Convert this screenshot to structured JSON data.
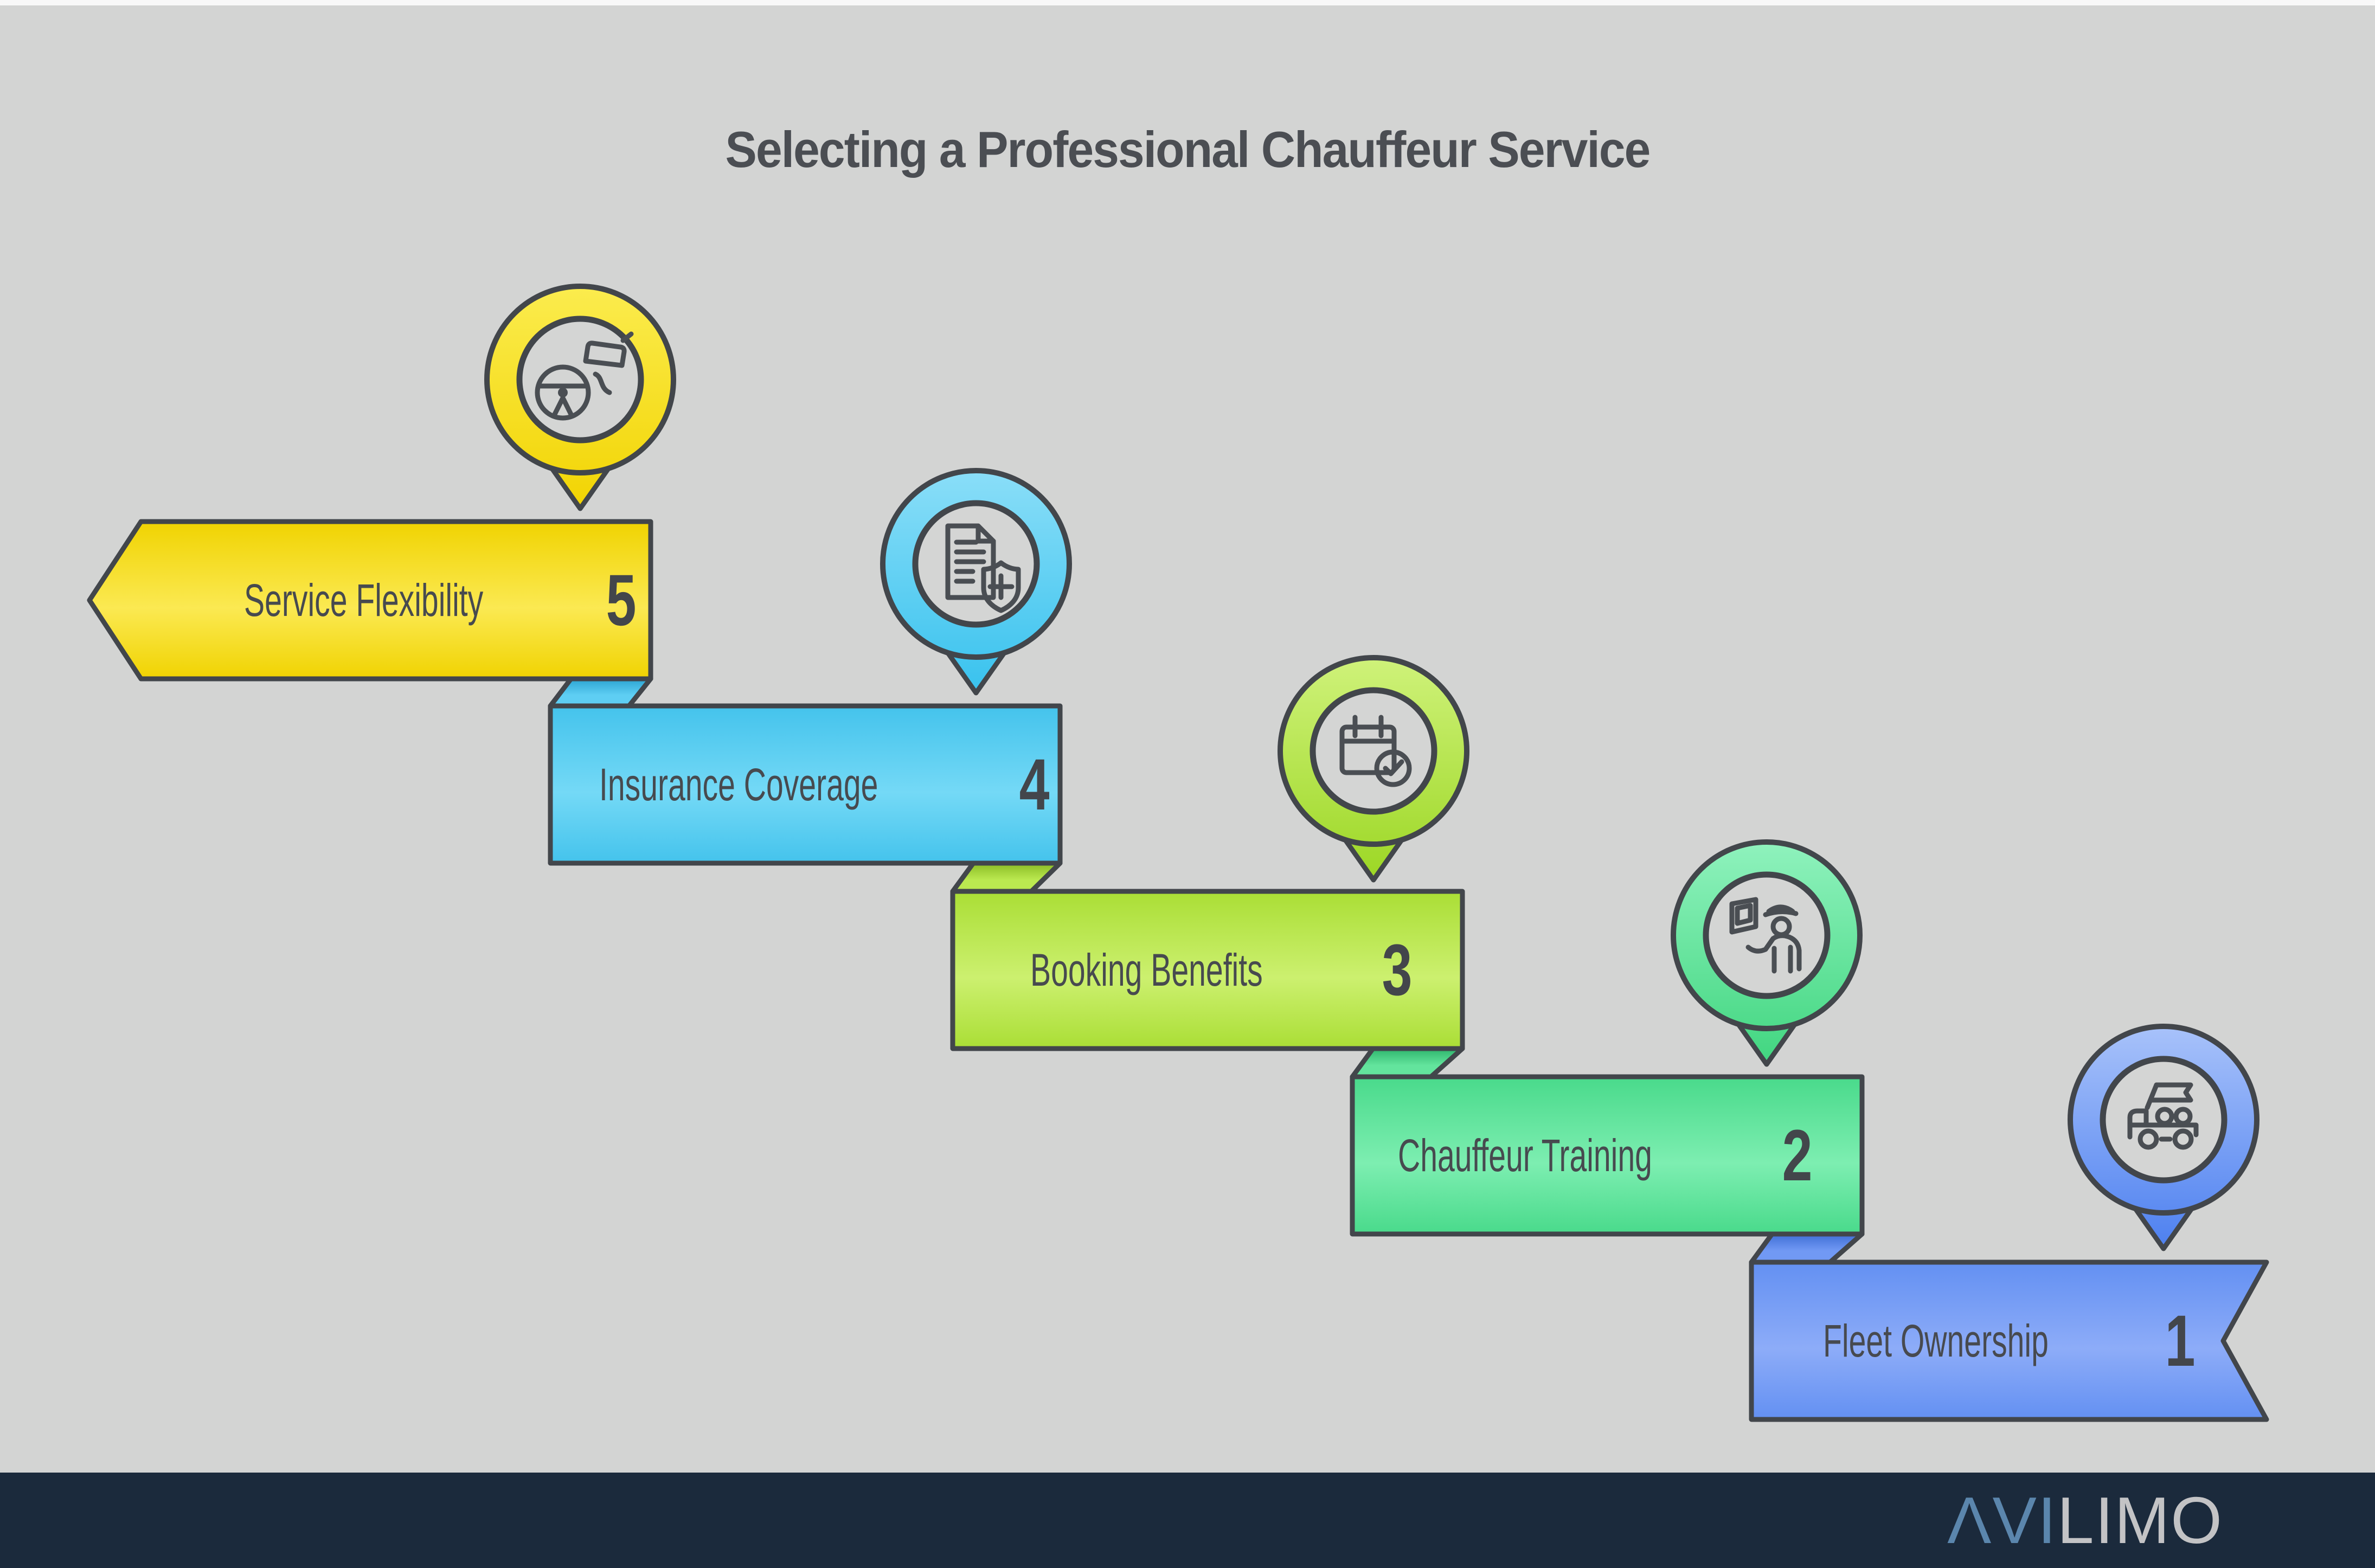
{
  "title": "Selecting a Professional Chauffeur Service",
  "colors": {
    "page_bg": "#d3d4d3",
    "top_strip": "#f8f8f8",
    "footer_bar": "#1b2a3c",
    "outline": "#42464b",
    "icon_stroke": "#4a4e53",
    "title_text": "#4b4e53",
    "label_text": "#474a4f",
    "number_text": "#43464b",
    "pin_inner_bg": "#d4d5d4"
  },
  "footer": {
    "logo_prefix": "ΛVI",
    "logo_suffix": "LIMO",
    "logo_prefix_color": "#5b86ad",
    "logo_suffix_color": "#c3c3c5"
  },
  "steps": [
    {
      "label": "Service Flexibility",
      "number": "5",
      "icon": "steering-wheel-door-icon",
      "banner_top": "#f0d301",
      "banner_mid": "#fbe952",
      "pin_light": "#fbec4e",
      "pin_dark": "#f2d402",
      "ribbon_top": "#d8b900",
      "ribbon_base": "#f7e233"
    },
    {
      "label": "Insurance Coverage",
      "number": "4",
      "icon": "insured-document-icon",
      "banner_top": "#44c3ec",
      "banner_mid": "#74d9f6",
      "pin_light": "#8adef8",
      "pin_dark": "#38c2ee",
      "ribbon_top": "#2ba4d2",
      "ribbon_base": "#5ecef3"
    },
    {
      "label": "Booking Benefits",
      "number": "3",
      "icon": "calendar-check-icon",
      "banner_top": "#aade35",
      "banner_mid": "#ccf06f",
      "pin_light": "#cff27a",
      "pin_dark": "#9cd724",
      "ribbon_top": "#8abc24",
      "ribbon_base": "#bbe950"
    },
    {
      "label": "Chauffeur Training",
      "number": "2",
      "icon": "chauffeur-door-icon",
      "banner_top": "#49da8b",
      "banner_mid": "#7deeb1",
      "pin_light": "#8ff2bd",
      "pin_dark": "#41d680",
      "ribbon_top": "#2eb56c",
      "ribbon_base": "#63e49d"
    },
    {
      "label": "Fleet Ownership",
      "number": "1",
      "icon": "car-carrier-flag-icon",
      "banner_top": "#6390f2",
      "banner_mid": "#8dacf8",
      "pin_light": "#a8c2fa",
      "pin_dark": "#4d80f0",
      "ribbon_top": "#3f6ed6",
      "ribbon_base": "#7199f4"
    }
  ]
}
